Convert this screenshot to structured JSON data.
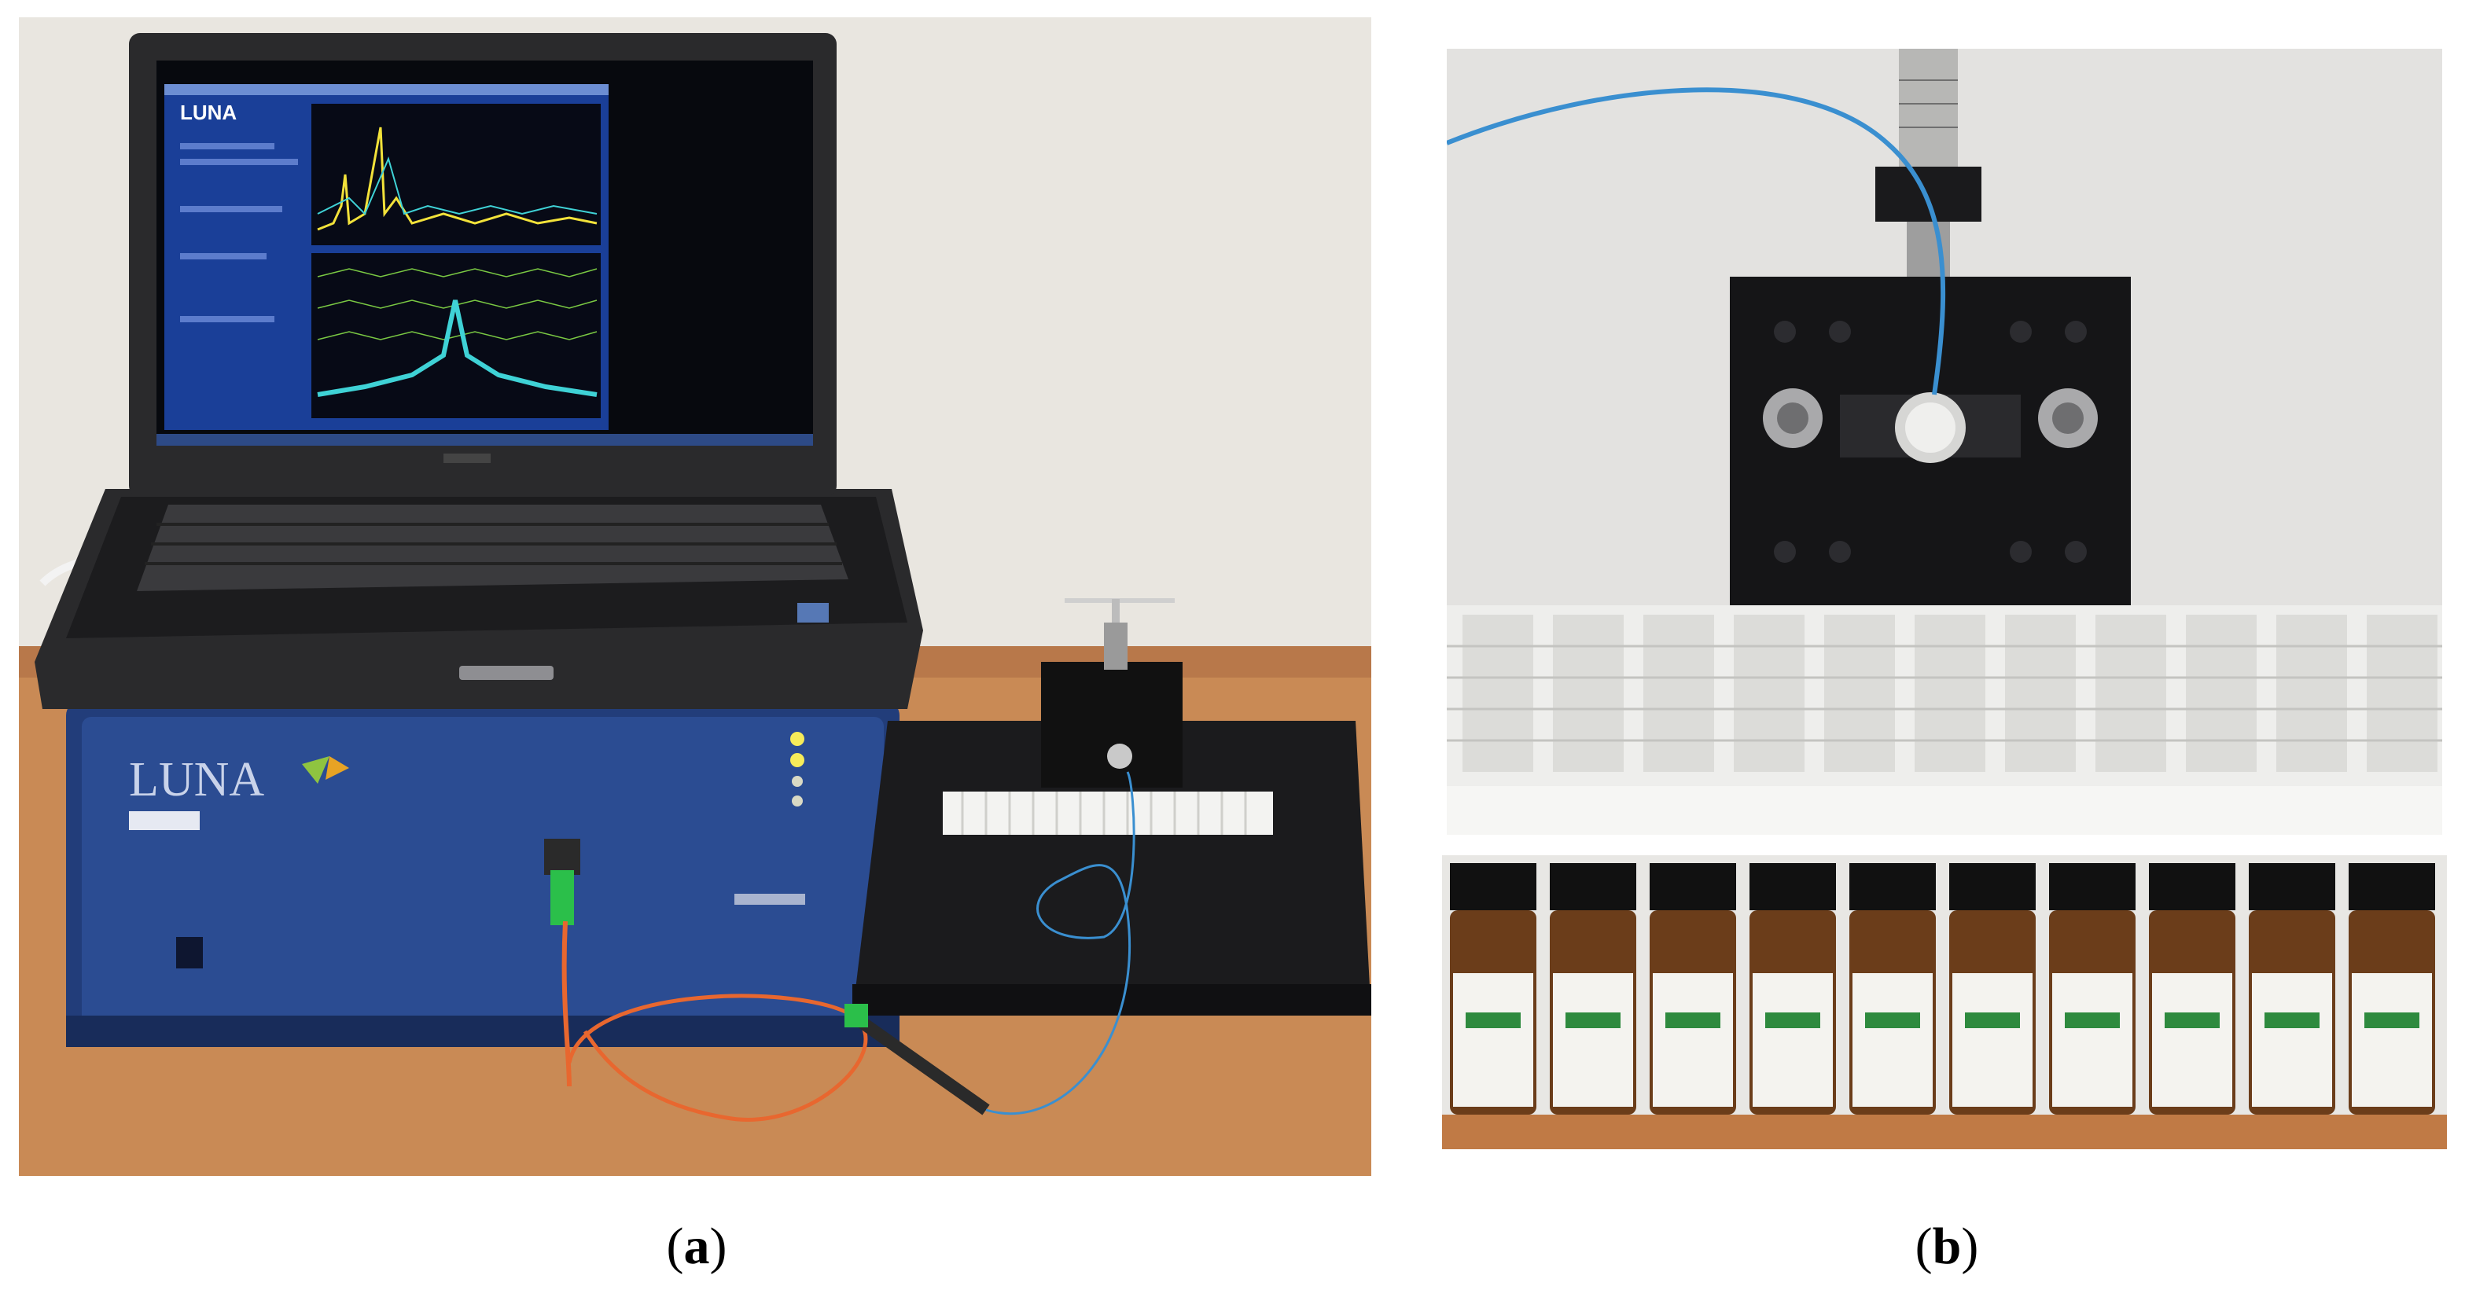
{
  "panels": [
    {
      "id": "a",
      "caption_open": "(",
      "caption_letter": "a",
      "caption_close": ")",
      "screen_brand": "LUNA",
      "device_brand": "LUNA"
    },
    {
      "id": "b",
      "caption_open": "(",
      "caption_letter": "b",
      "caption_close": ")",
      "bottle_count": 10
    }
  ],
  "colors": {
    "wall": "#e9e6e0",
    "table": "#c98a55",
    "laptop": "#2a2a2c",
    "device_blue": "#223d7a",
    "breadboard": "#1b1b1d",
    "fiber_orange": "#e8672f",
    "fiber_blue": "#3a8fd0",
    "spectrum_cyan": "#3fd2d6",
    "spectrum_yellow": "#f2e23a",
    "bottle_amber": "#6b3d1a"
  }
}
